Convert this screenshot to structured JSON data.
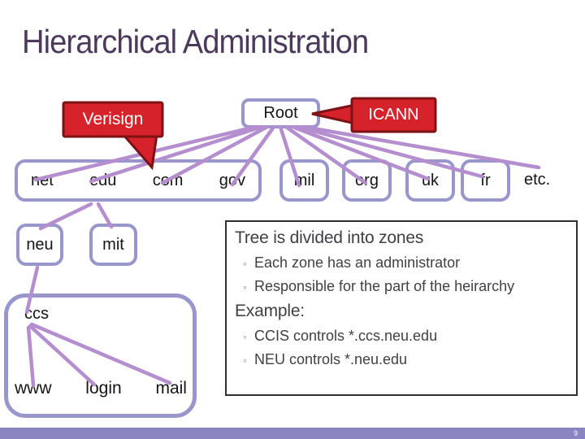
{
  "slide": {
    "title": "Hierarchical Administration",
    "page_number": "9"
  },
  "callouts": {
    "verisign": "Verisign",
    "icann": "ICANN"
  },
  "tree": {
    "root": "Root",
    "verisign_zone_tlds": [
      "net",
      "edu",
      "com",
      "gov"
    ],
    "boxed_tlds": [
      "mil",
      "org",
      "uk",
      "fr"
    ],
    "etc_label": "etc.",
    "edu_children": [
      "neu",
      "mit"
    ],
    "ccs_zone": {
      "label": "ccs",
      "children": [
        "www",
        "login",
        "mail"
      ]
    }
  },
  "infobox": {
    "heading": "Tree is divided into zones",
    "bullets": [
      "Each zone has an administrator",
      "Responsible for the part of the heirarchy"
    ],
    "example_heading": "Example:",
    "example_bullets": [
      "CCIS controls *.ccs.neu.edu",
      "NEU controls *.neu.edu"
    ],
    "bullet_glyph": "◦"
  },
  "colors": {
    "title_text": "#4c3a5c",
    "callout_fill": "#d5222b",
    "callout_border": "#7d1216",
    "node_border": "#9896cb",
    "connector_line": "#b48ecf",
    "body_text": "#3f3f46",
    "footer_bar": "#8885c1"
  }
}
